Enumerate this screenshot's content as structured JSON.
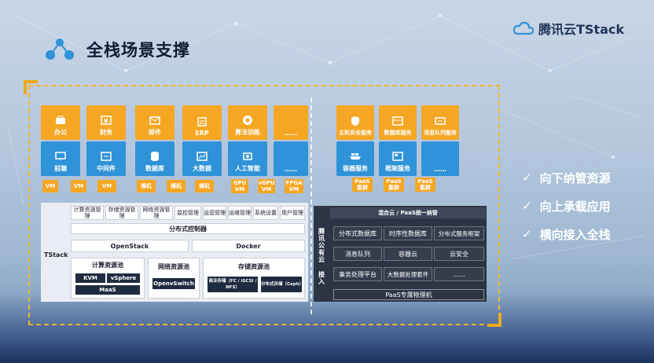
{
  "header": {
    "title": "全栈场景支撑",
    "brand": "腾讯云TStack"
  },
  "apps": [
    "办公",
    "财务",
    "邮件",
    "ERP",
    "算法训练",
    "……"
  ],
  "services": [
    "前端",
    "中间件",
    "数据库",
    "大数据",
    "人工智能",
    "……"
  ],
  "infra_pills": [
    "VM",
    "VM",
    "VM",
    "裸机",
    "裸机",
    "裸机",
    "GPU VM",
    "vGPU VM",
    "FPGA VM"
  ],
  "paas_top": [
    "主机安全服务",
    "数据库服务",
    "消息队列服务"
  ],
  "paas_mid": [
    "容器服务",
    "框架服务",
    "……"
  ],
  "paas_pills": [
    "PaaS集群",
    "PaaS集群",
    "PaaS集群"
  ],
  "tstack": {
    "label": "TStack",
    "mgmt": [
      "计算资源管理",
      "存储资源管理",
      "网络资源管理",
      "监控管理",
      "运营管理",
      "运维管理",
      "系统设置",
      "用户管理"
    ],
    "controller": "分布式控制器",
    "openstack": "OpenStack",
    "docker": "Docker",
    "compute_pool": {
      "title": "计算资源池",
      "items": [
        "KVM",
        "vSphere",
        "MaaS"
      ]
    },
    "network_pool": {
      "title": "网络资源池",
      "item": "OpenvSwitch"
    },
    "storage_pool": {
      "title": "存储资源池",
      "items": [
        "商业存储（FC / iSCSI / NFS）",
        "分布式存储（Ceph）"
      ]
    }
  },
  "paas_panel": {
    "header": "混合云 / PaaS统一纳管",
    "side": "腾讯公有云 接入",
    "cells": [
      "分布式数据库",
      "时序性数据库",
      "分布式服务框架",
      "消息队列",
      "容器云",
      "云安全",
      "事务处理平台",
      "大数据处理套件",
      "……"
    ],
    "footer": "PaaS专属物理机"
  },
  "bullets": [
    "向下纳管资源",
    "向上承载应用",
    "横向接入全栈"
  ],
  "colors": {
    "orange": "#f5a623",
    "blue": "#2e93d8",
    "dark": "#1f2b3f"
  }
}
